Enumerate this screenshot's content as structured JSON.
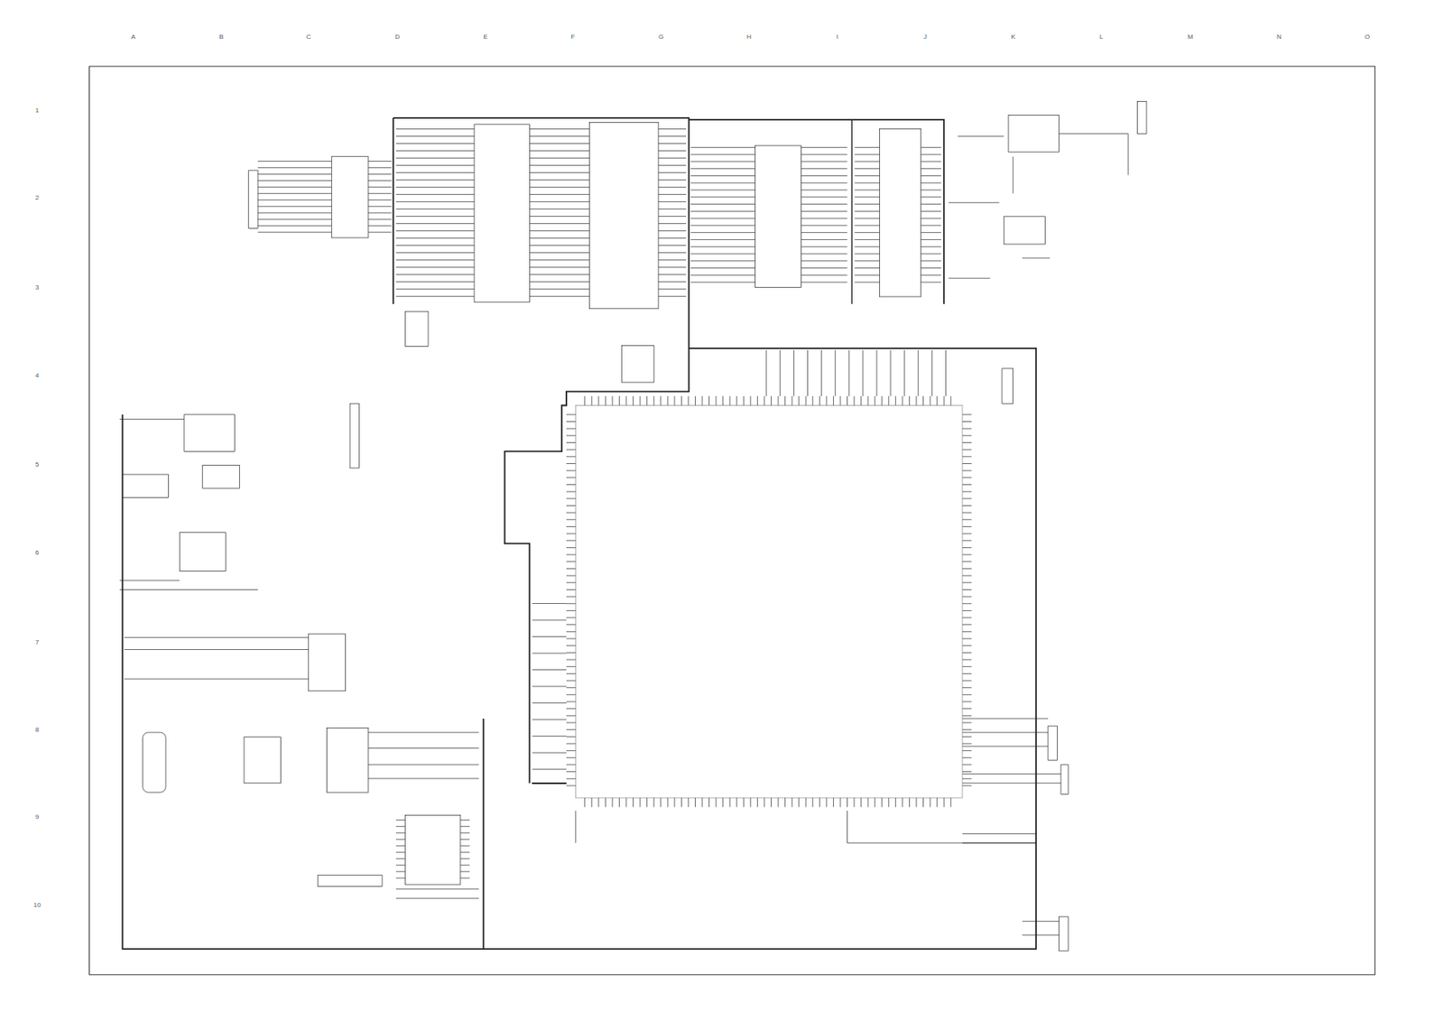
{
  "diagram": {
    "labels": [
      "A",
      "B",
      "C",
      "D",
      "E",
      "F",
      "G",
      "H",
      "I",
      "J",
      "K",
      "L",
      "M",
      "N",
      "O",
      "1",
      "2",
      "3",
      "4",
      "5",
      "6",
      "7",
      "8",
      "9",
      "10"
    ]
  }
}
